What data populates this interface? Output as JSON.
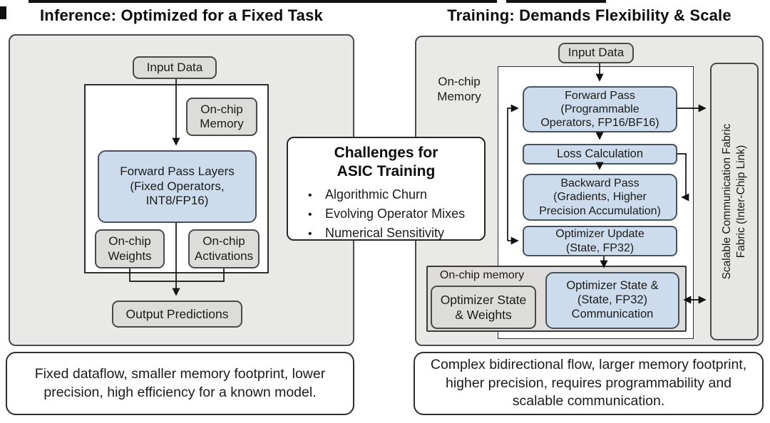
{
  "colors": {
    "panel_bg": "#e9e9e7",
    "gray_box": "#dcdcda",
    "blue_box": "#ccdcec",
    "border": "#4a4a4a",
    "text": "#1b1b1b"
  },
  "inference": {
    "title": "Inference: Optimized for a Fixed Task",
    "input_data": "Input Data",
    "on_chip_memory": "On-chip\nMemory",
    "forward_pass": "Forward Pass Layers\n(Fixed Operators,\nINT8/FP16)",
    "on_chip_weights": "On-chip\nWeights",
    "on_chip_activations": "On-chip\nActivations",
    "output_predictions": "Output Predictions",
    "summary": "Fixed dataflow, smaller memory footprint, lower precision, high efficiency for a known model."
  },
  "challenges": {
    "title": "Challenges for\nASIC Training",
    "bullet_glyph": "•",
    "bullets": [
      "Algorithmic Churn",
      "Evolving Operator Mixes",
      "Numerical Sensitivity"
    ]
  },
  "training": {
    "title": "Training: Demands Flexibility & Scale",
    "input_data": "Input Data",
    "on_chip_memory_label": "On-chip\nMemory",
    "forward_pass": "Forward Pass\n(Programmable\nOperators, FP16/BF16)",
    "loss_calculation": "Loss Calculation",
    "backward_pass": "Backward Pass\n(Gradients, Higher\nPrecision Accumulation)",
    "optimizer_update": "Optimizer Update\n(State, FP32)",
    "memory_region_label": "On-chip memory",
    "optimizer_state_weights": "Optimizer State\n& Weights",
    "optimizer_state_comm": "Optimizer State &\n(State, FP32)\nCommunication",
    "fabric_label": "Scalable Communication Fabric\nFabric (Inter-Chip Link)",
    "summary": "Complex bidirectional flow, larger memory footprint, higher precision, requires programmability and scalable communication."
  }
}
